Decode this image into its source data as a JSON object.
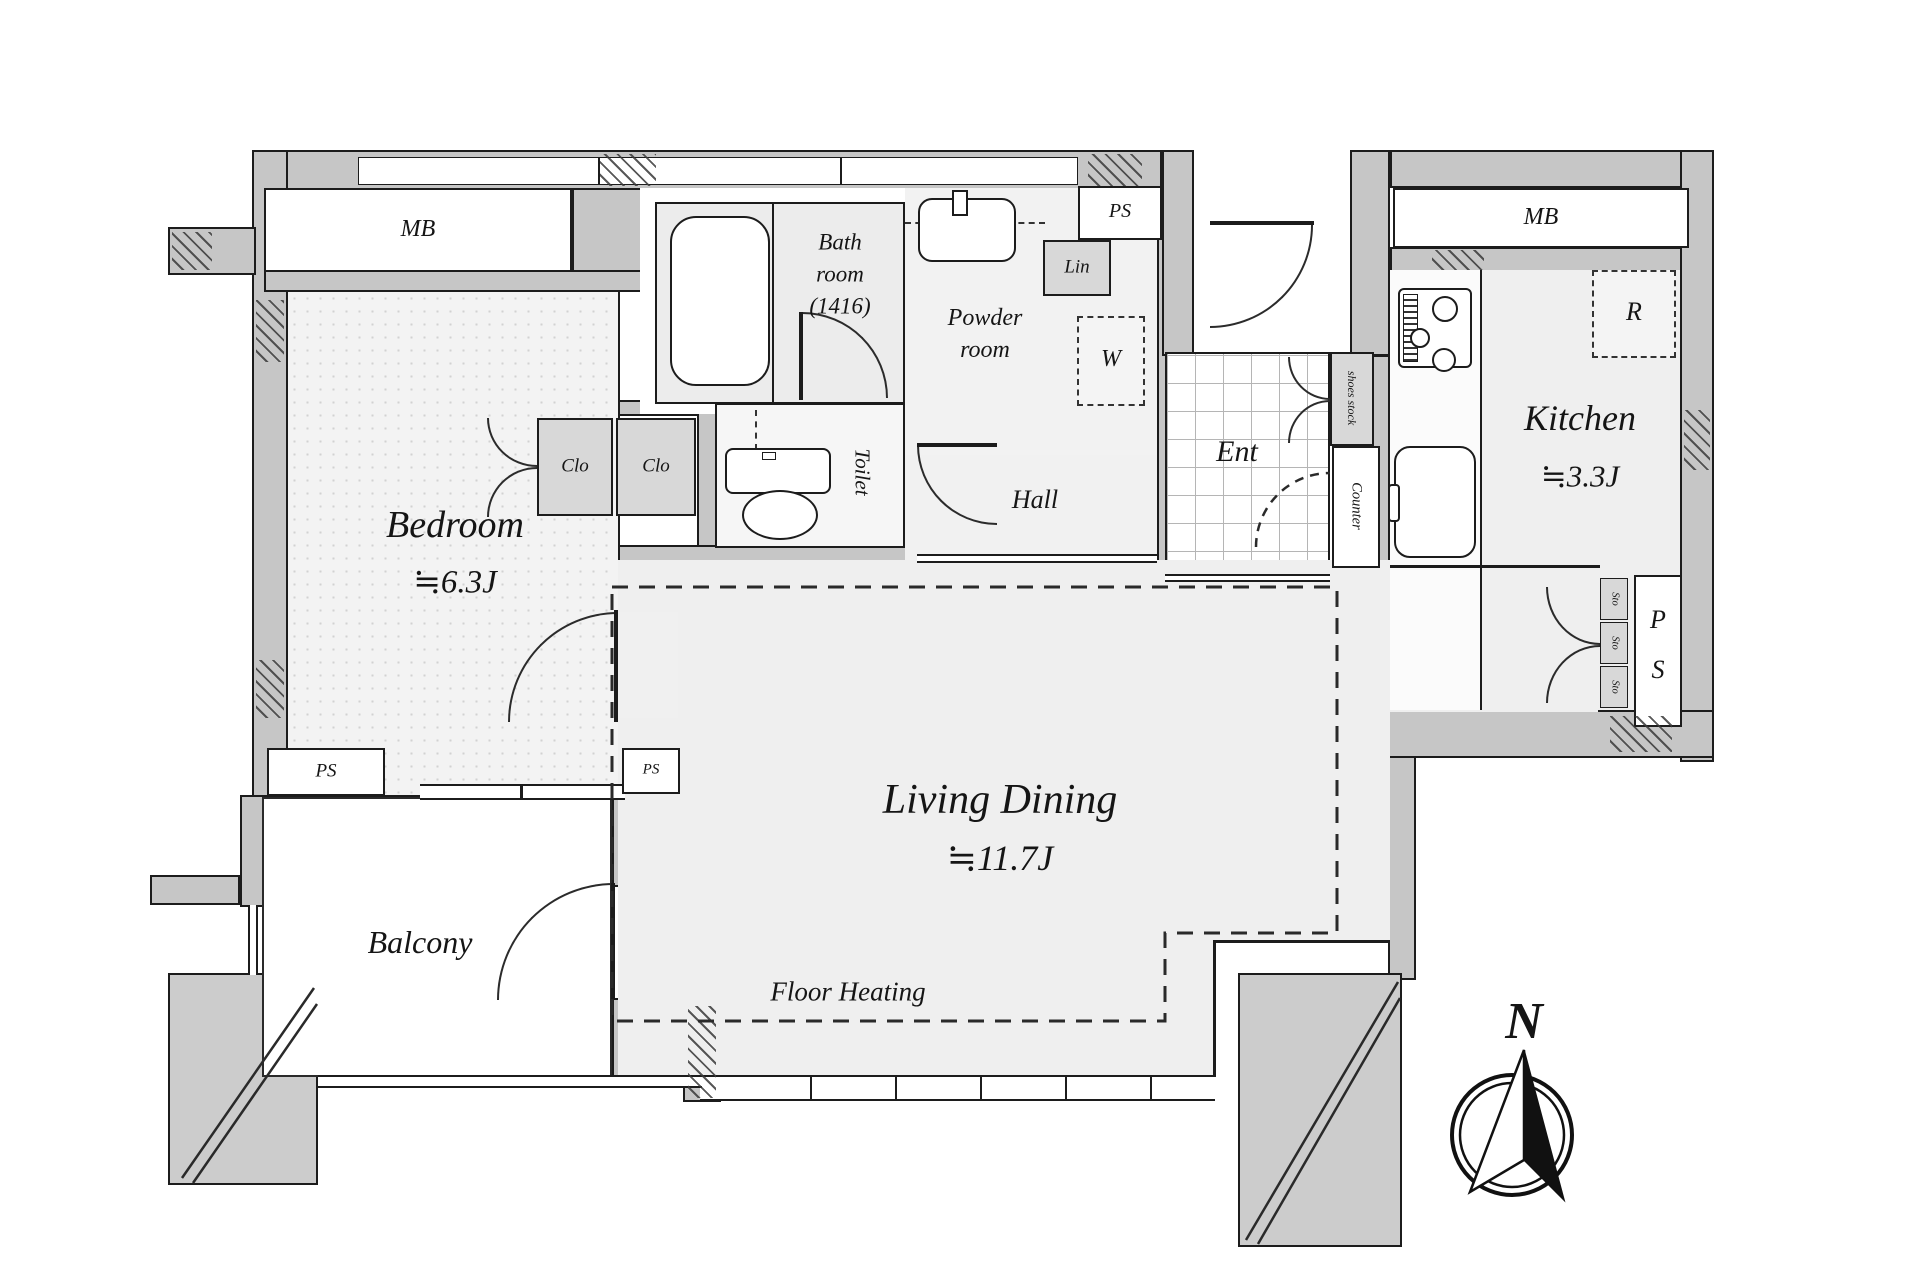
{
  "rooms": {
    "bedroom": {
      "name": "Bedroom",
      "area": "≒6.3J"
    },
    "living_dining": {
      "name": "Living Dining",
      "area": "≒11.7J"
    },
    "kitchen": {
      "name": "Kitchen",
      "area": "≒3.3J"
    },
    "bathroom": {
      "line1": "Bath",
      "line2": "room",
      "line3": "(1416)"
    },
    "powder_room": {
      "line1": "Powder",
      "line2": "room"
    },
    "toilet": {
      "name": "Toilet"
    },
    "hall": {
      "name": "Hall"
    },
    "entrance": {
      "name": "Ent"
    },
    "balcony": {
      "name": "Balcony"
    },
    "floor_heating": {
      "label": "Floor Heating"
    }
  },
  "labels": {
    "mb_left": "MB",
    "mb_right": "MB",
    "ps_top": "PS",
    "linen": "Lin",
    "washer": "W",
    "fridge": "R",
    "closet_left": "Clo",
    "closet_right": "Clo",
    "ps_bedroom_left": "PS",
    "ps_bedroom_right": "PS",
    "shoes_stock": "shoes stock",
    "counter": "Counter",
    "sto_1": "Sto",
    "sto_2": "Sto",
    "sto_3": "Sto",
    "ps_kitchen_p": "P",
    "ps_kitchen_s": "S",
    "compass_north": "N"
  },
  "colors": {
    "wall": "#c6c6c6",
    "room_floor": "#efefef",
    "closet_fill": "#d8d8d8",
    "outline": "#1c1c1c"
  }
}
